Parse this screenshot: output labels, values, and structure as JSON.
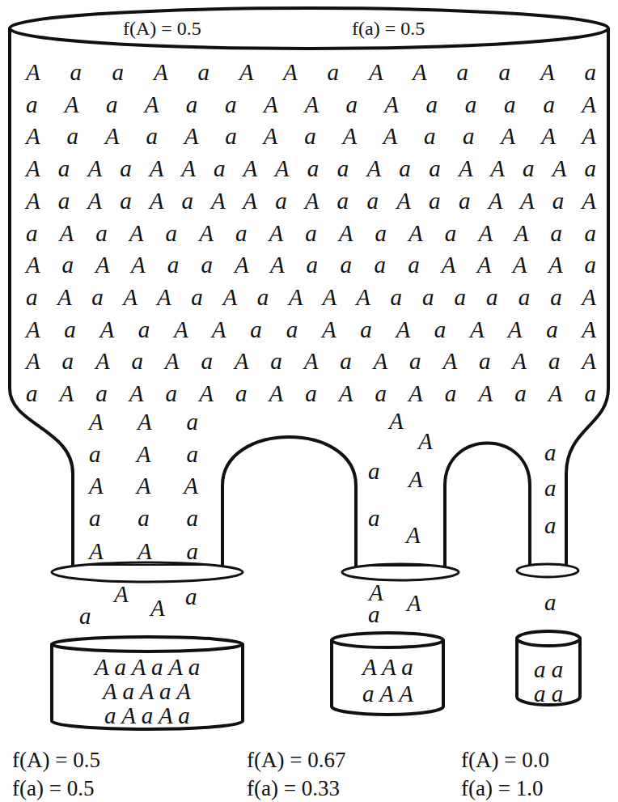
{
  "diagram": {
    "nodes": [
      {
        "text": [
          "f(A) = 0.5",
          "f(a) = 0.5",
          "A a a A a A A a A A a a A a",
          "a A a A a a A A a A a a a a A",
          "A a A a A a A a A A a a A A A",
          "A a A a A A a A A a a A a a A A a A a",
          "A a A a A a A A a A a a A a a A A a A",
          "a A a A a A a A a A a A a A A a a",
          "A a A A a a A A a a a a A A A A a",
          "a A a A A a A a A A A a a a a a a A",
          "A a A a A A a a A a A a A A a A",
          "A a A a A a A a A a A a A a A a A",
          "a A a A a A a A a A a A a A a A a",
          "A A a",
          "a A a",
          "A A A",
          "a a a",
          "A A a",
          "A",
          "A",
          "a",
          "A",
          "a",
          "A",
          "a",
          "a",
          "a"
        ]
      },
      {
        "text": [
          "A a A a A a",
          "A a A a A",
          "a A a A a",
          "f(A) = 0.5",
          "f(a) = 0.5"
        ]
      },
      {
        "text": [
          "A A a",
          "a A A",
          "f(A) = 0.67",
          "f(a) = 0.33"
        ]
      },
      {
        "text": [
          "a a",
          "a a",
          "f(A) = 0.0",
          "f(a) = 1.0"
        ]
      }
    ],
    "labels": [
      "A",
      "a",
      "a",
      "A",
      "A",
      "a",
      "A",
      "a"
    ]
  }
}
